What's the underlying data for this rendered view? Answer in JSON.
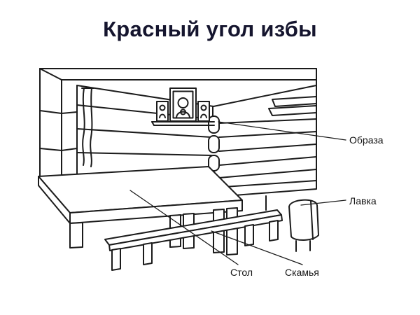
{
  "slide": {
    "title": "Красный угол избы"
  },
  "diagram": {
    "labels": {
      "icons": "Образа",
      "wall_bench": "Лавка",
      "table": "Стол",
      "bench": "Скамья"
    }
  },
  "colors": {
    "background": "#ffffff",
    "line_ink": "#1b1b1b",
    "title_text": "#15152e"
  }
}
